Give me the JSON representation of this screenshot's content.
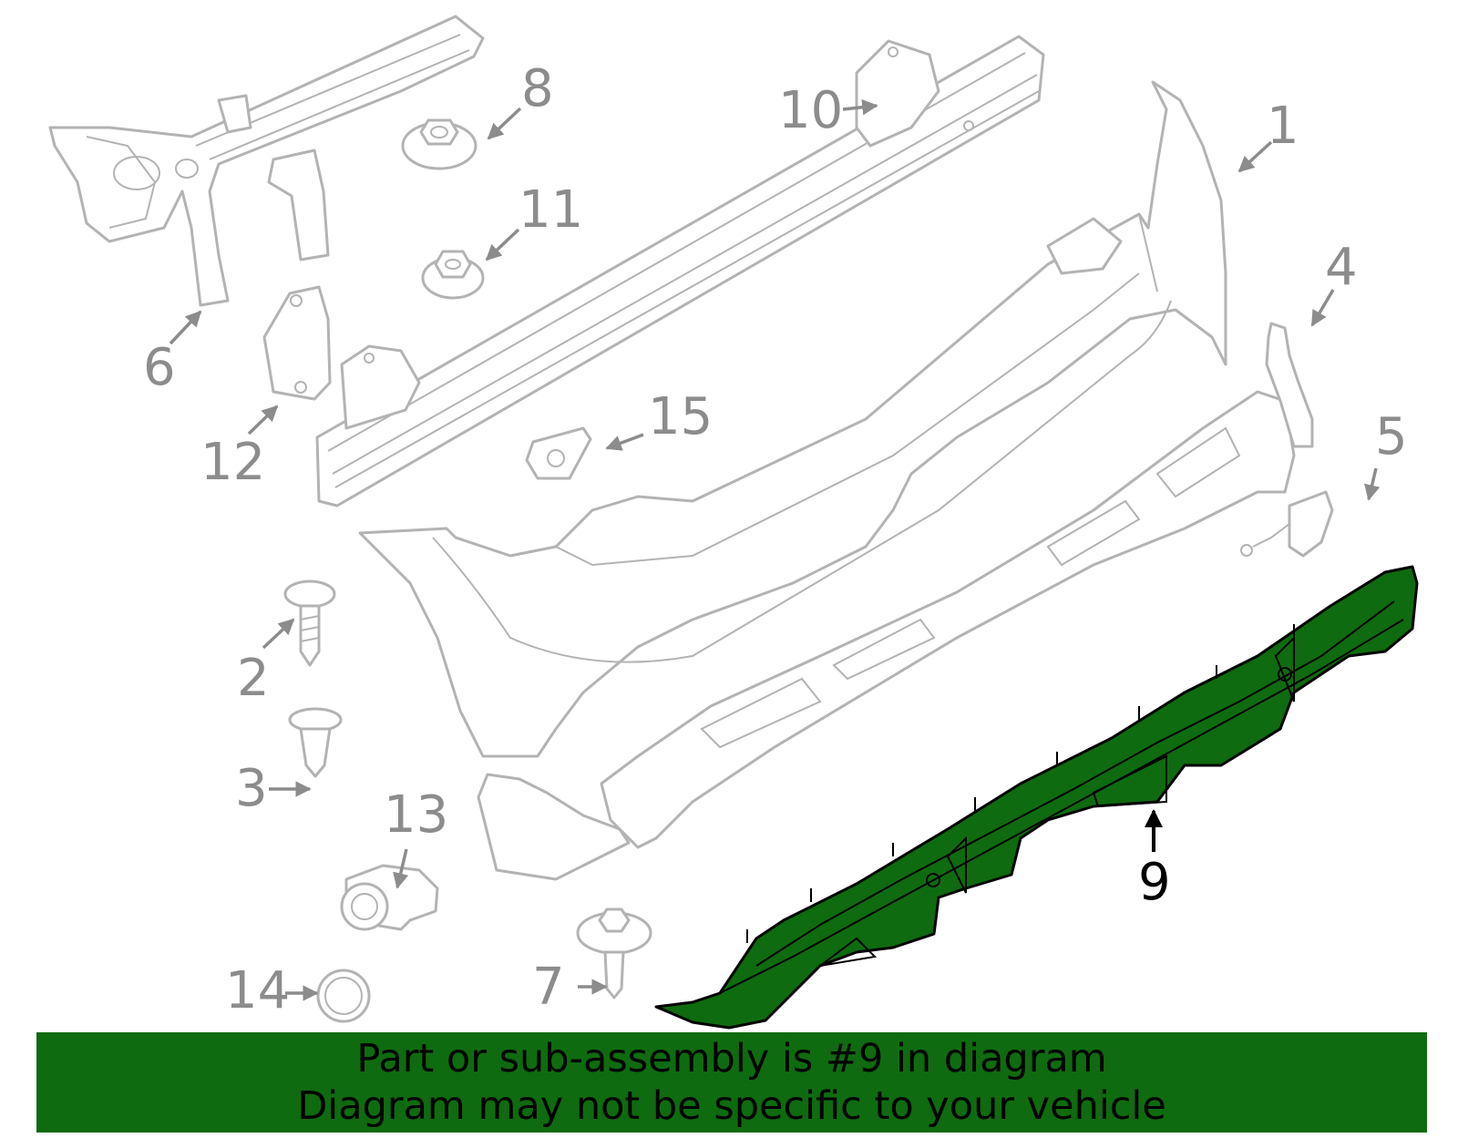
{
  "callouts": {
    "c1": "1",
    "c2": "2",
    "c3": "3",
    "c4": "4",
    "c5": "5",
    "c6": "6",
    "c7": "7",
    "c8": "8",
    "c9": "9",
    "c10": "10",
    "c11": "11",
    "c12": "12",
    "c13": "13",
    "c14": "14",
    "c15": "15"
  },
  "highlighted_part": "9",
  "colors": {
    "highlight": "#0f6b0f",
    "parts": "#b3b3b3",
    "labels": "#8c8c8c"
  },
  "banner": {
    "line1": "Part or sub-assembly is #9 in diagram",
    "line2": "Diagram may not be specific to your vehicle"
  }
}
